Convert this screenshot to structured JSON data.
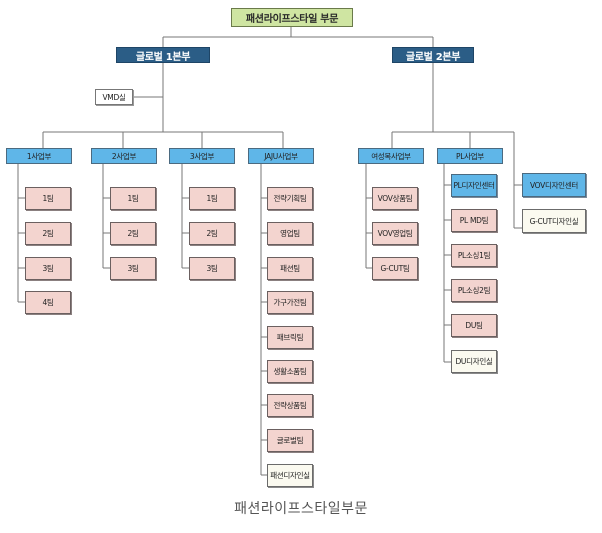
{
  "root": {
    "label": "패션라이프스타일 부문"
  },
  "divisions": [
    {
      "label": "글로벌 1본부"
    },
    {
      "label": "글로벌 2본부"
    }
  ],
  "staff": {
    "label": "VMD실"
  },
  "business_units": [
    {
      "label": "1사업부",
      "teams": [
        "1팀",
        "2팀",
        "3팀",
        "4팀"
      ]
    },
    {
      "label": "2사업부",
      "teams": [
        "1팀",
        "2팀",
        "3팀"
      ]
    },
    {
      "label": "3사업부",
      "teams": [
        "1팀",
        "2팀",
        "3팀"
      ]
    },
    {
      "label": "JAJU사업부",
      "teams": [
        "전략기획팀",
        "영업팀",
        "패션팀",
        "가구가전팀",
        "패브릭팀",
        "생활소품팀",
        "전략상품팀",
        "글로벌팀"
      ],
      "design": "패션디자인실"
    },
    {
      "label": "여성복사업부",
      "teams": [
        "VOV상품팀",
        "VOV영업팀",
        "G-CUT팀"
      ]
    },
    {
      "label": "PL사업부",
      "center": "PL디자인센터",
      "teams": [
        "PL MD팀",
        "PL소싱1팀",
        "PL소싱2팀",
        "DU팀"
      ],
      "design": "DU디자인실"
    }
  ],
  "side_units": [
    {
      "label": "VOV디자인센터"
    },
    {
      "label": "G-CUT디자인실"
    }
  ],
  "caption": "패션라이프스타일부문",
  "colors": {
    "root": "#cfe5a2",
    "division": "#2b5d86",
    "business_unit": "#5fb6e8",
    "team": "#f3d4cf",
    "design": "#fbfaf0"
  }
}
